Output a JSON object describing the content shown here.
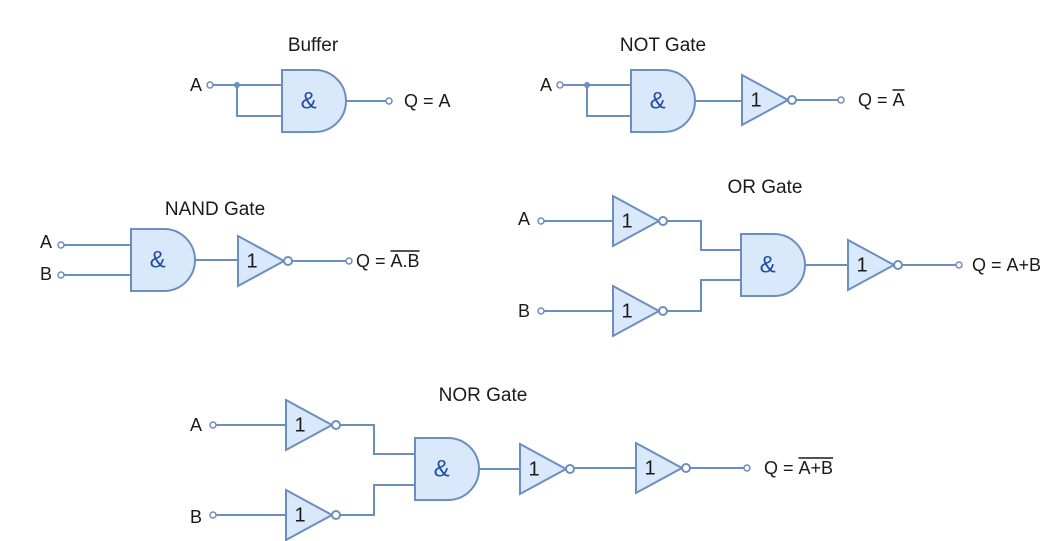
{
  "diagram": {
    "colors": {
      "gate_fill": "#dae8fc",
      "gate_stroke": "#6c8ebf",
      "and_symbol": "#1f4e9c",
      "text": "#1a1a1a"
    },
    "symbols": {
      "and": "&",
      "not": "1"
    },
    "circuits": [
      {
        "id": "buffer",
        "title": "Buffer",
        "inputs": [
          "A"
        ],
        "output": {
          "prefix": "Q = ",
          "expression": "A",
          "overline": false
        }
      },
      {
        "id": "not",
        "title": "NOT Gate",
        "inputs": [
          "A"
        ],
        "output": {
          "prefix": "Q = ",
          "expression": "A",
          "overline": true
        }
      },
      {
        "id": "nand",
        "title": "NAND Gate",
        "inputs": [
          "A",
          "B"
        ],
        "output": {
          "prefix": "Q = ",
          "expression": "A.B",
          "overline": true
        }
      },
      {
        "id": "or",
        "title": "OR Gate",
        "inputs": [
          "A",
          "B"
        ],
        "output": {
          "prefix": "Q = ",
          "expression": "A+B",
          "overline": false
        }
      },
      {
        "id": "nor",
        "title": "NOR Gate",
        "inputs": [
          "A",
          "B"
        ],
        "output": {
          "prefix": "Q = ",
          "expression": "A+B",
          "overline": true
        }
      }
    ]
  }
}
